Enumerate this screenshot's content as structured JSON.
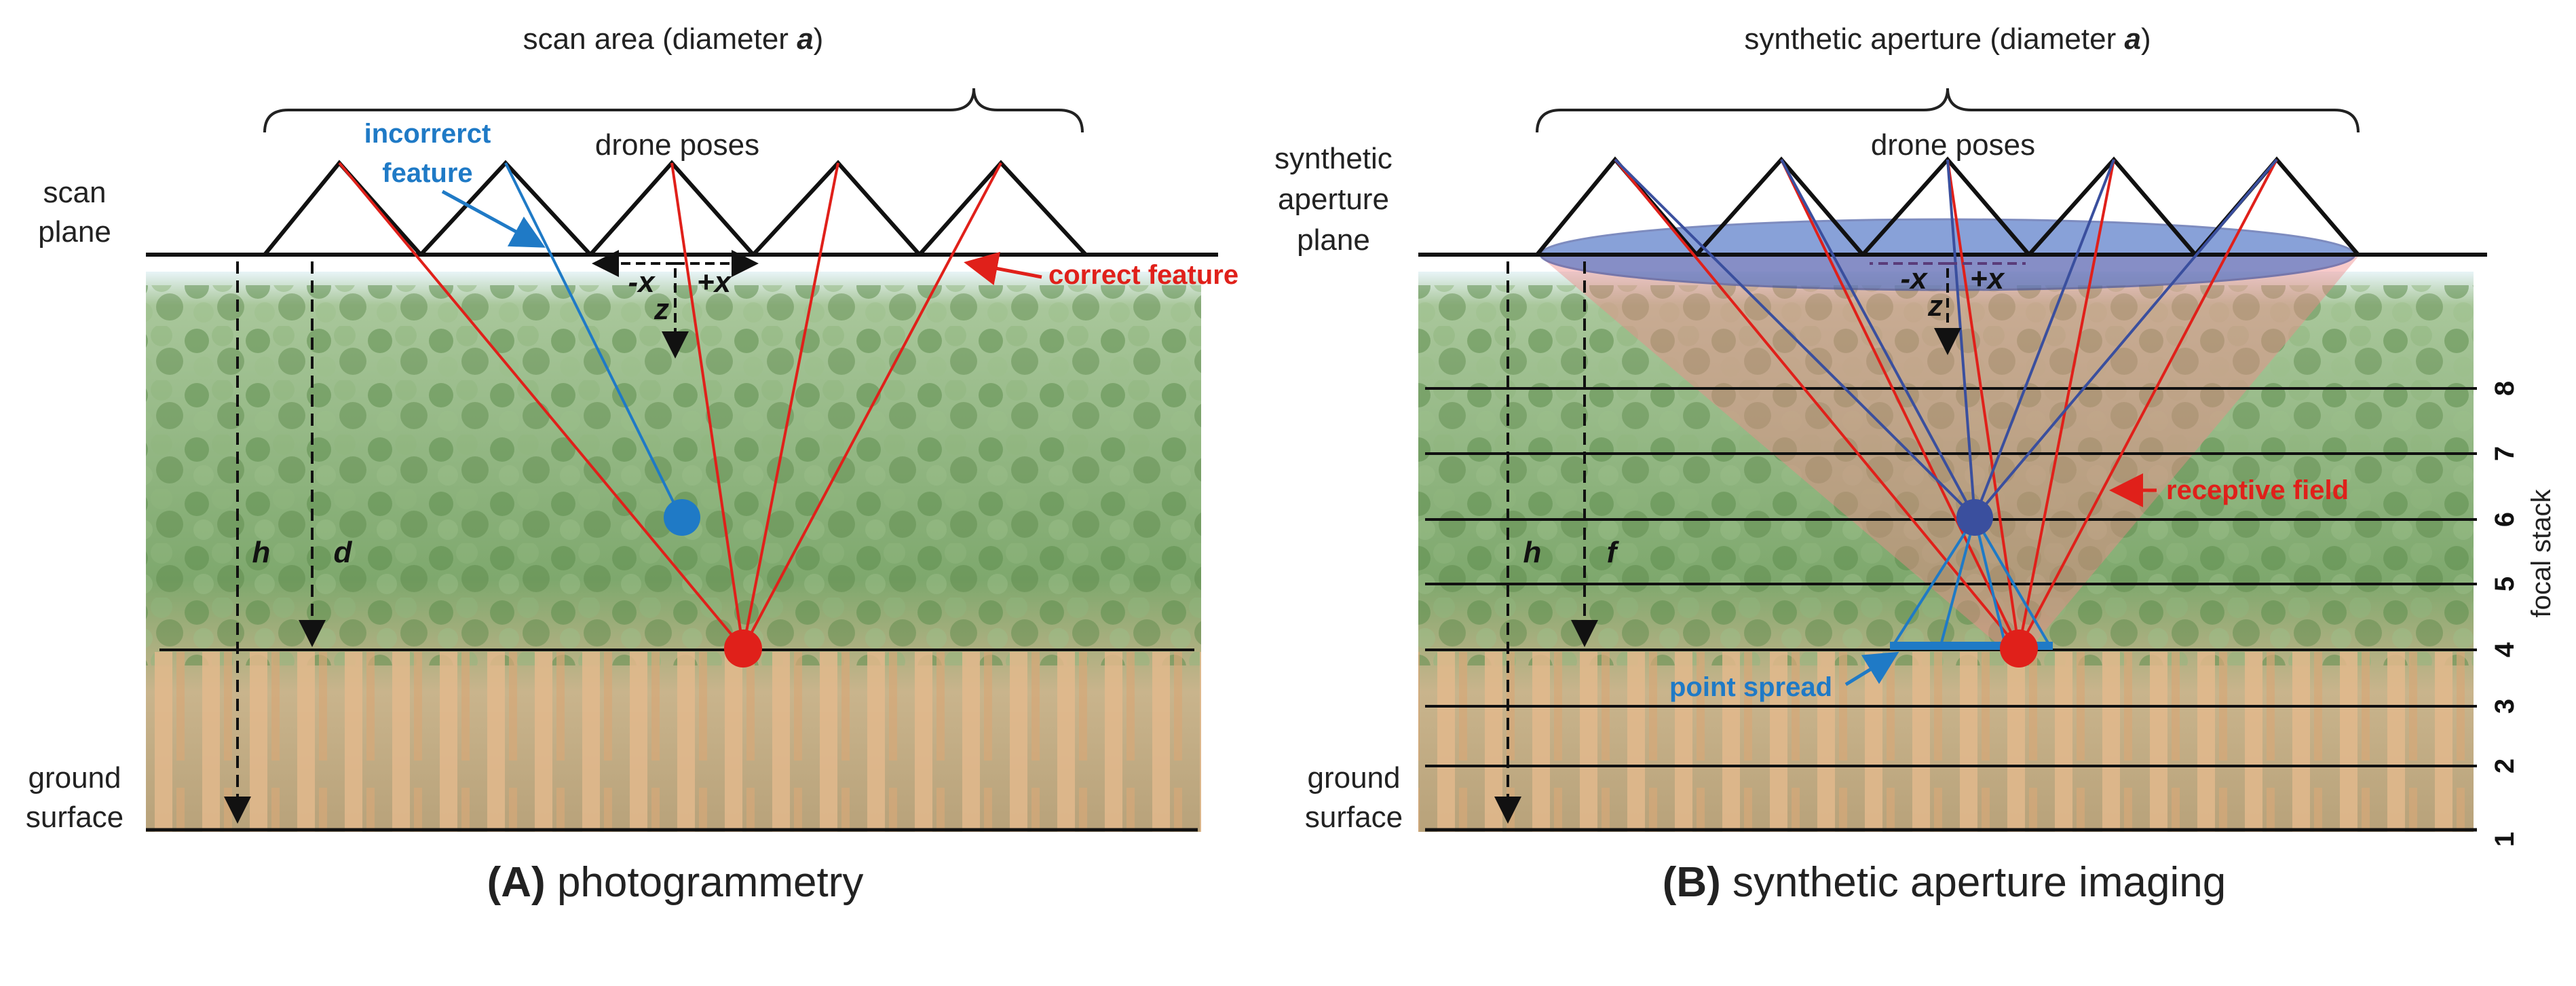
{
  "panel_a": {
    "top_label_prefix": "scan area (diameter ",
    "top_label_var": "a",
    "top_label_suffix": ")",
    "drone_poses": "drone poses",
    "plane_label_line1": "scan",
    "plane_label_line2": "plane",
    "ground_line1": "ground",
    "ground_line2": "surface",
    "incorrect_line1": "incorrerct",
    "incorrect_line2": "feature",
    "correct": "correct feature",
    "minus_x": "-x",
    "plus_x": "+x",
    "z": "z",
    "h": "h",
    "d": "d",
    "caption_bold": "(A)",
    "caption_text": " photogrammetry"
  },
  "panel_b": {
    "top_label_prefix": "synthetic aperture (diameter ",
    "top_label_var": "a",
    "top_label_suffix": ")",
    "drone_poses": "drone poses",
    "plane_label_line1": "synthetic",
    "plane_label_line2": "aperture",
    "plane_label_line3": "plane",
    "ground_line1": "ground",
    "ground_line2": "surface",
    "receptive": "receptive field",
    "point_spread": "point spread",
    "minus_x": "-x",
    "plus_x": "+x",
    "z": "z",
    "h": "h",
    "f": "f",
    "focal_stack": "focal stack",
    "focal_numbers": [
      "1",
      "2",
      "3",
      "4",
      "5",
      "6",
      "7",
      "8"
    ],
    "caption_bold": "(B)",
    "caption_text": " synthetic aperture imaging"
  },
  "colors": {
    "red": "#e0201a",
    "blue": "#1f7ac6",
    "navy": "#3a4f9e",
    "aperture": "#4a6fc4",
    "foliage": "#6e9a5c",
    "trunk": "#e2b98c"
  }
}
